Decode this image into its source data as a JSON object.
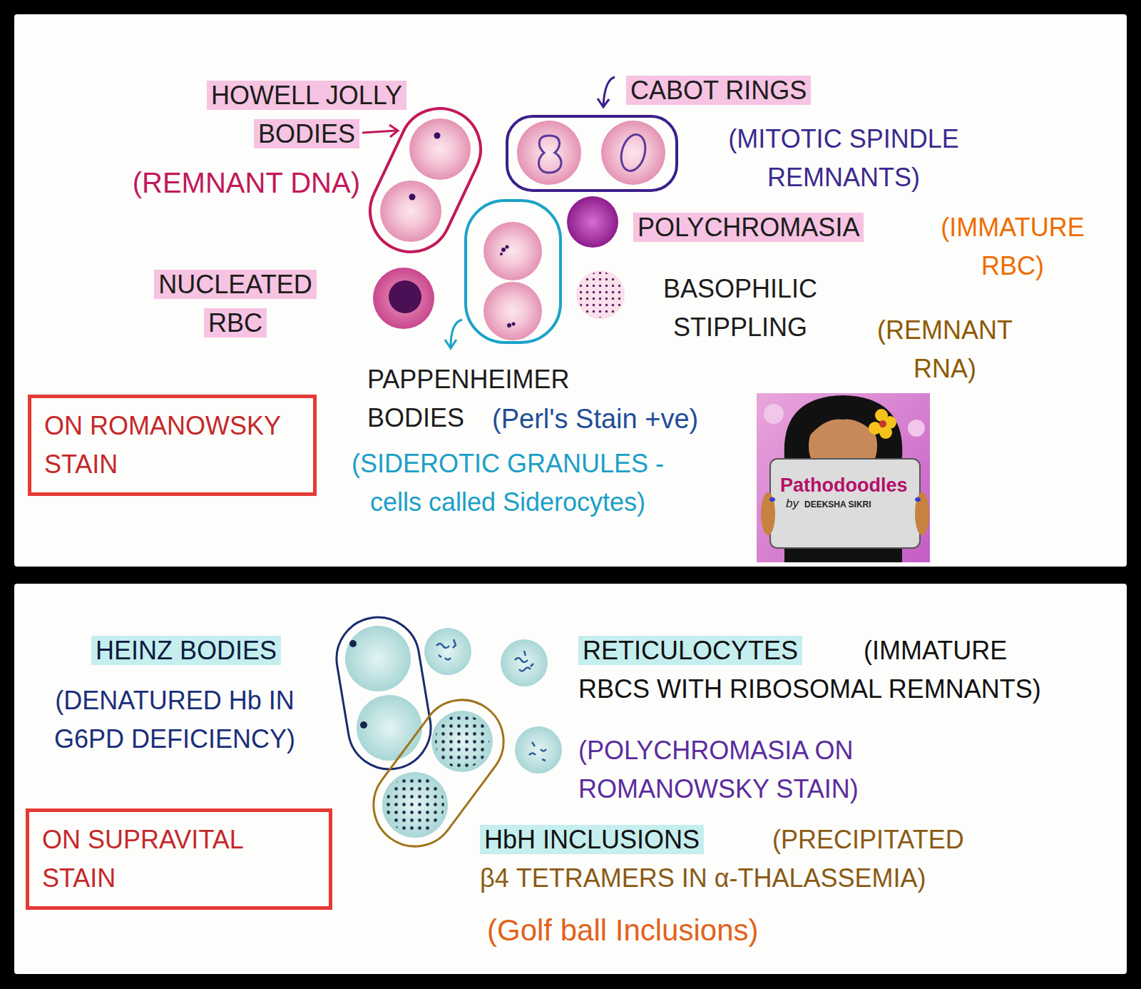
{
  "diagram": {
    "nodes": [
      {
        "text": [
          "ON ROMANOWSKY STAIN"
        ]
      },
      {
        "text": [
          "ON SUPRAVITAL STAIN"
        ]
      }
    ],
    "labels": [
      "HOWELL JOLLY BODIES",
      "(REMNANT DNA)",
      "CABOT RINGS",
      "(MITOTIC SPINDLE REMNANTS)",
      "POLYCHROMASIA",
      "(IMMATURE RBC)",
      "NUCLEATED RBC",
      "BASOPHILIC STIPPLING",
      "(REMNANT RNA)",
      "PAPPENHEIMER BODIES",
      "(Perl's Stain +ve)",
      "(SIDEROTIC GRANULES - cells called Siderocytes)",
      "Pathodoodles",
      "by",
      "DEEKSHA SIKRI",
      "HEINZ BODIES",
      "(DENATURED Hb IN G6PD DEFICIENCY)",
      "RETICULOCYTES",
      "(IMMATURE RBCS WITH RIBOSOMAL REMNANTS)",
      "(POLYCHROMASIA ON ROMANOWSKY STAIN)",
      "HbH INCLUSIONS",
      "(PRECIPITATED β4 TETRAMERS IN α-THALASSEMIA)",
      "(Golf ball Inclusions)"
    ]
  }
}
